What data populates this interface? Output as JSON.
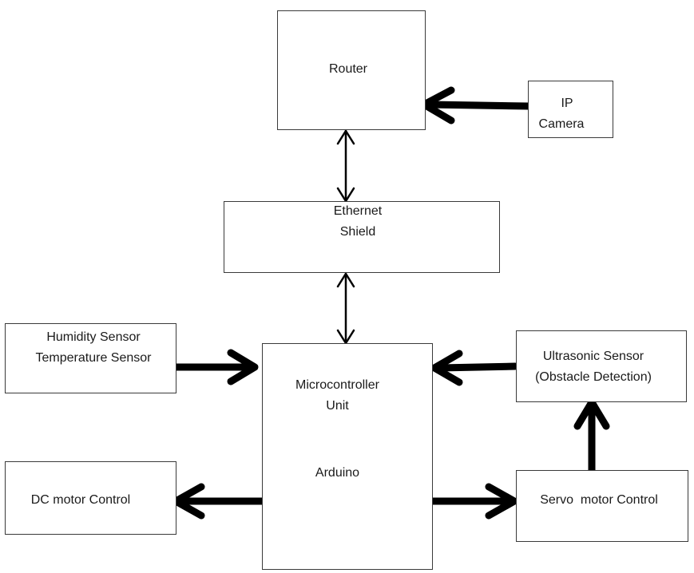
{
  "diagram": {
    "router": {
      "label": "Router"
    },
    "ip_camera": {
      "line1": "IP",
      "line2": "Camera"
    },
    "ethernet_shield": {
      "line1": "Ethernet",
      "line2": "Shield"
    },
    "sensors_left": {
      "line1": "Humidity Sensor",
      "line2": "Temperature Sensor"
    },
    "microcontroller": {
      "line1": "Microcontroller",
      "line2": "Unit",
      "line3": "Arduino"
    },
    "ultrasonic": {
      "line1": "Ultrasonic Sensor",
      "line2": "(Obstacle Detection)"
    },
    "dc_motor": {
      "label": "DC motor Control"
    },
    "servo_motor": {
      "label": "Servo  motor Control"
    }
  }
}
